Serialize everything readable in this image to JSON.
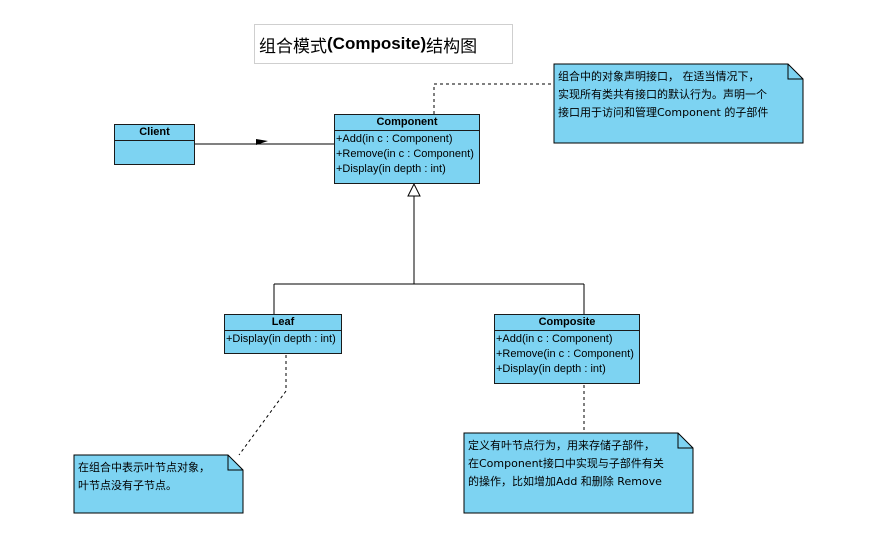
{
  "title": {
    "prefix": "组合模式",
    "bold": "(Composite)",
    "suffix": " 结构图"
  },
  "classes": {
    "client": {
      "name": "Client",
      "operations": []
    },
    "component": {
      "name": "Component",
      "operations": [
        "+Add(in c : Component)",
        "+Remove(in c : Component)",
        "+Display(in depth : int)"
      ]
    },
    "leaf": {
      "name": "Leaf",
      "operations": [
        "+Display(in depth : int)"
      ]
    },
    "composite": {
      "name": "Composite",
      "operations": [
        "+Add(in c : Component)",
        "+Remove(in c : Component)",
        "+Display(in depth : int)"
      ]
    }
  },
  "notes": {
    "component": [
      "组合中的对象声明接口，  在适当情况下，",
      "实现所有类共有接口的默认行为。声明一个",
      "接口用于访问和管理Component 的子部件"
    ],
    "leaf": [
      "在组合中表示叶节点对象，",
      "叶节点没有子节点。"
    ],
    "composite": [
      "定义有叶节点行为，用来存储子部件，",
      "在Component接口中实现与子部件有关",
      "的操作，比如增加Add 和删除 Remove"
    ]
  },
  "colors": {
    "class_fill": "#7dd3f2",
    "border": "#1a1a1a"
  }
}
